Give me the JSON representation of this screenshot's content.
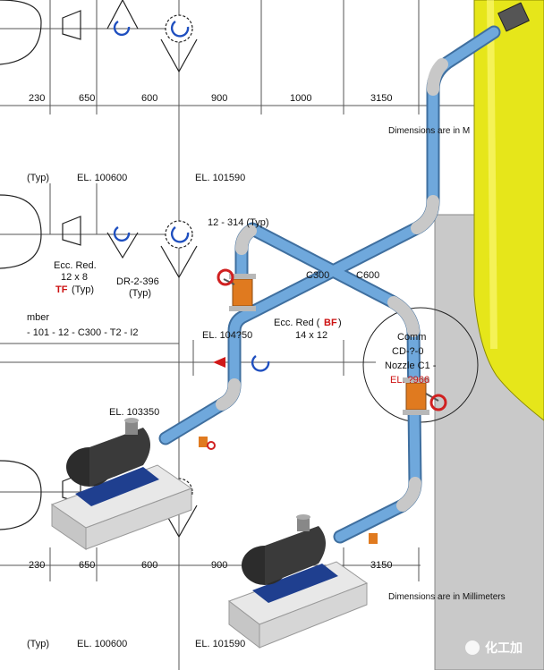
{
  "dimensions": {
    "top_row": [
      "230",
      "650",
      "600",
      "900",
      "1000",
      "3150"
    ],
    "bottom_row": [
      "230",
      "650",
      "600",
      "900",
      "3150"
    ],
    "note": "Dimensions are in Millimeters",
    "note_partial": "Dimensions are in M"
  },
  "elevations": {
    "el1": "EL. 100600",
    "el2": "EL. 101590",
    "el3": "EL. 104?50",
    "el4": "EL. 103350",
    "el5": "EL. 100600",
    "el6": "EL. 101590",
    "typ": "(Typ)"
  },
  "labels": {
    "line_spec": "12 - 314 (Typ)",
    "ecc_red_1": "Ecc. Red.",
    "ecc_red_1_size": "12 x 8",
    "tf": "TF",
    "typ_suffix": "(Typ)",
    "dr": "DR-2-396",
    "dr_typ": "(Typ)",
    "member": "mber",
    "line_number": "- 101 - 12 - C300 - T2 - I2",
    "ecc_red_2": "Ecc. Red (",
    "bf": "BF",
    "ecc_red_2_close": ")",
    "ecc_red_2_size": "14 x 12",
    "c300": "C300",
    "c600": "C600",
    "callout_1": "Comm",
    "callout_2": "CD-?-0",
    "callout_3": "Nozzle C1 -",
    "callout_4": "EL. ?966"
  },
  "watermark": "化工加",
  "colors": {
    "pipe": "#6fa8dc",
    "pipe_outline": "#3f6f9f",
    "elbow": "#c8c8c8",
    "valve_body": "#e07a1f",
    "handwheel": "#d02020",
    "tank": "#e6e61a",
    "pump_body": "#3a3a3a",
    "base": "#1f3f8f",
    "plinth": "#d9d9d9",
    "wall": "#bdbdbd"
  }
}
